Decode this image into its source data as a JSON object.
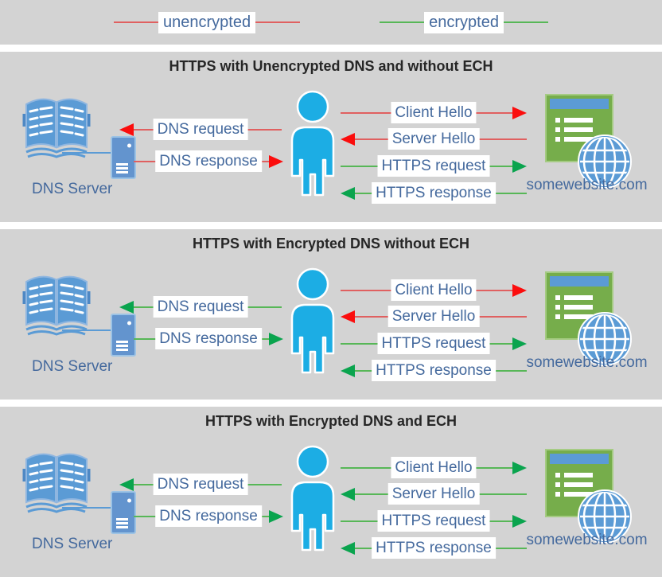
{
  "colors": {
    "page_background": "#FFFFFF",
    "panel_bg": "#D3D3D3",
    "unencrypted_line": "#E06060",
    "unencrypted_arrowhead": "#FB0D0D",
    "encrypted_line": "#57B757",
    "encrypted_arrowhead": "#0AA44E",
    "label_text": "#44699D",
    "title_text": "#262626",
    "person_fill": "#1CADE4",
    "dns_icon_fill": "#5B9BD5",
    "website_fill": "#76AD4B",
    "website_titlebar": "#5B9BD5"
  },
  "legend": {
    "items": [
      {
        "label": "unencrypted",
        "style": "unencrypted"
      },
      {
        "label": "encrypted",
        "style": "encrypted"
      }
    ]
  },
  "panels": [
    {
      "title": "HTTPS with Unencrypted DNS and without ECH",
      "dns_server_label": "DNS Server",
      "website_label": "somewebsite.com",
      "arrows": [
        {
          "label": "DNS request",
          "direction": "left",
          "encryption": "unencrypted"
        },
        {
          "label": "DNS response",
          "direction": "right",
          "encryption": "unencrypted"
        },
        {
          "label": "Client Hello",
          "direction": "right",
          "encryption": "unencrypted"
        },
        {
          "label": "Server Hello",
          "direction": "left",
          "encryption": "unencrypted"
        },
        {
          "label": "HTTPS request",
          "direction": "right",
          "encryption": "encrypted"
        },
        {
          "label": "HTTPS response",
          "direction": "left",
          "encryption": "encrypted"
        }
      ]
    },
    {
      "title": "HTTPS with Encrypted DNS without ECH",
      "dns_server_label": "DNS Server",
      "website_label": "somewebsite.com",
      "arrows": [
        {
          "label": "DNS request",
          "direction": "left",
          "encryption": "encrypted"
        },
        {
          "label": "DNS response",
          "direction": "right",
          "encryption": "encrypted"
        },
        {
          "label": "Client Hello",
          "direction": "right",
          "encryption": "unencrypted"
        },
        {
          "label": "Server Hello",
          "direction": "left",
          "encryption": "unencrypted"
        },
        {
          "label": "HTTPS request",
          "direction": "right",
          "encryption": "encrypted"
        },
        {
          "label": "HTTPS response",
          "direction": "left",
          "encryption": "encrypted"
        }
      ]
    },
    {
      "title": "HTTPS with Encrypted DNS and ECH",
      "dns_server_label": "DNS Server",
      "website_label": "somewebsite.com",
      "arrows": [
        {
          "label": "DNS request",
          "direction": "left",
          "encryption": "encrypted"
        },
        {
          "label": "DNS response",
          "direction": "right",
          "encryption": "encrypted"
        },
        {
          "label": "Client Hello",
          "direction": "right",
          "encryption": "encrypted"
        },
        {
          "label": "Server Hello",
          "direction": "left",
          "encryption": "encrypted"
        },
        {
          "label": "HTTPS request",
          "direction": "right",
          "encryption": "encrypted"
        },
        {
          "label": "HTTPS response",
          "direction": "left",
          "encryption": "encrypted"
        }
      ]
    }
  ]
}
